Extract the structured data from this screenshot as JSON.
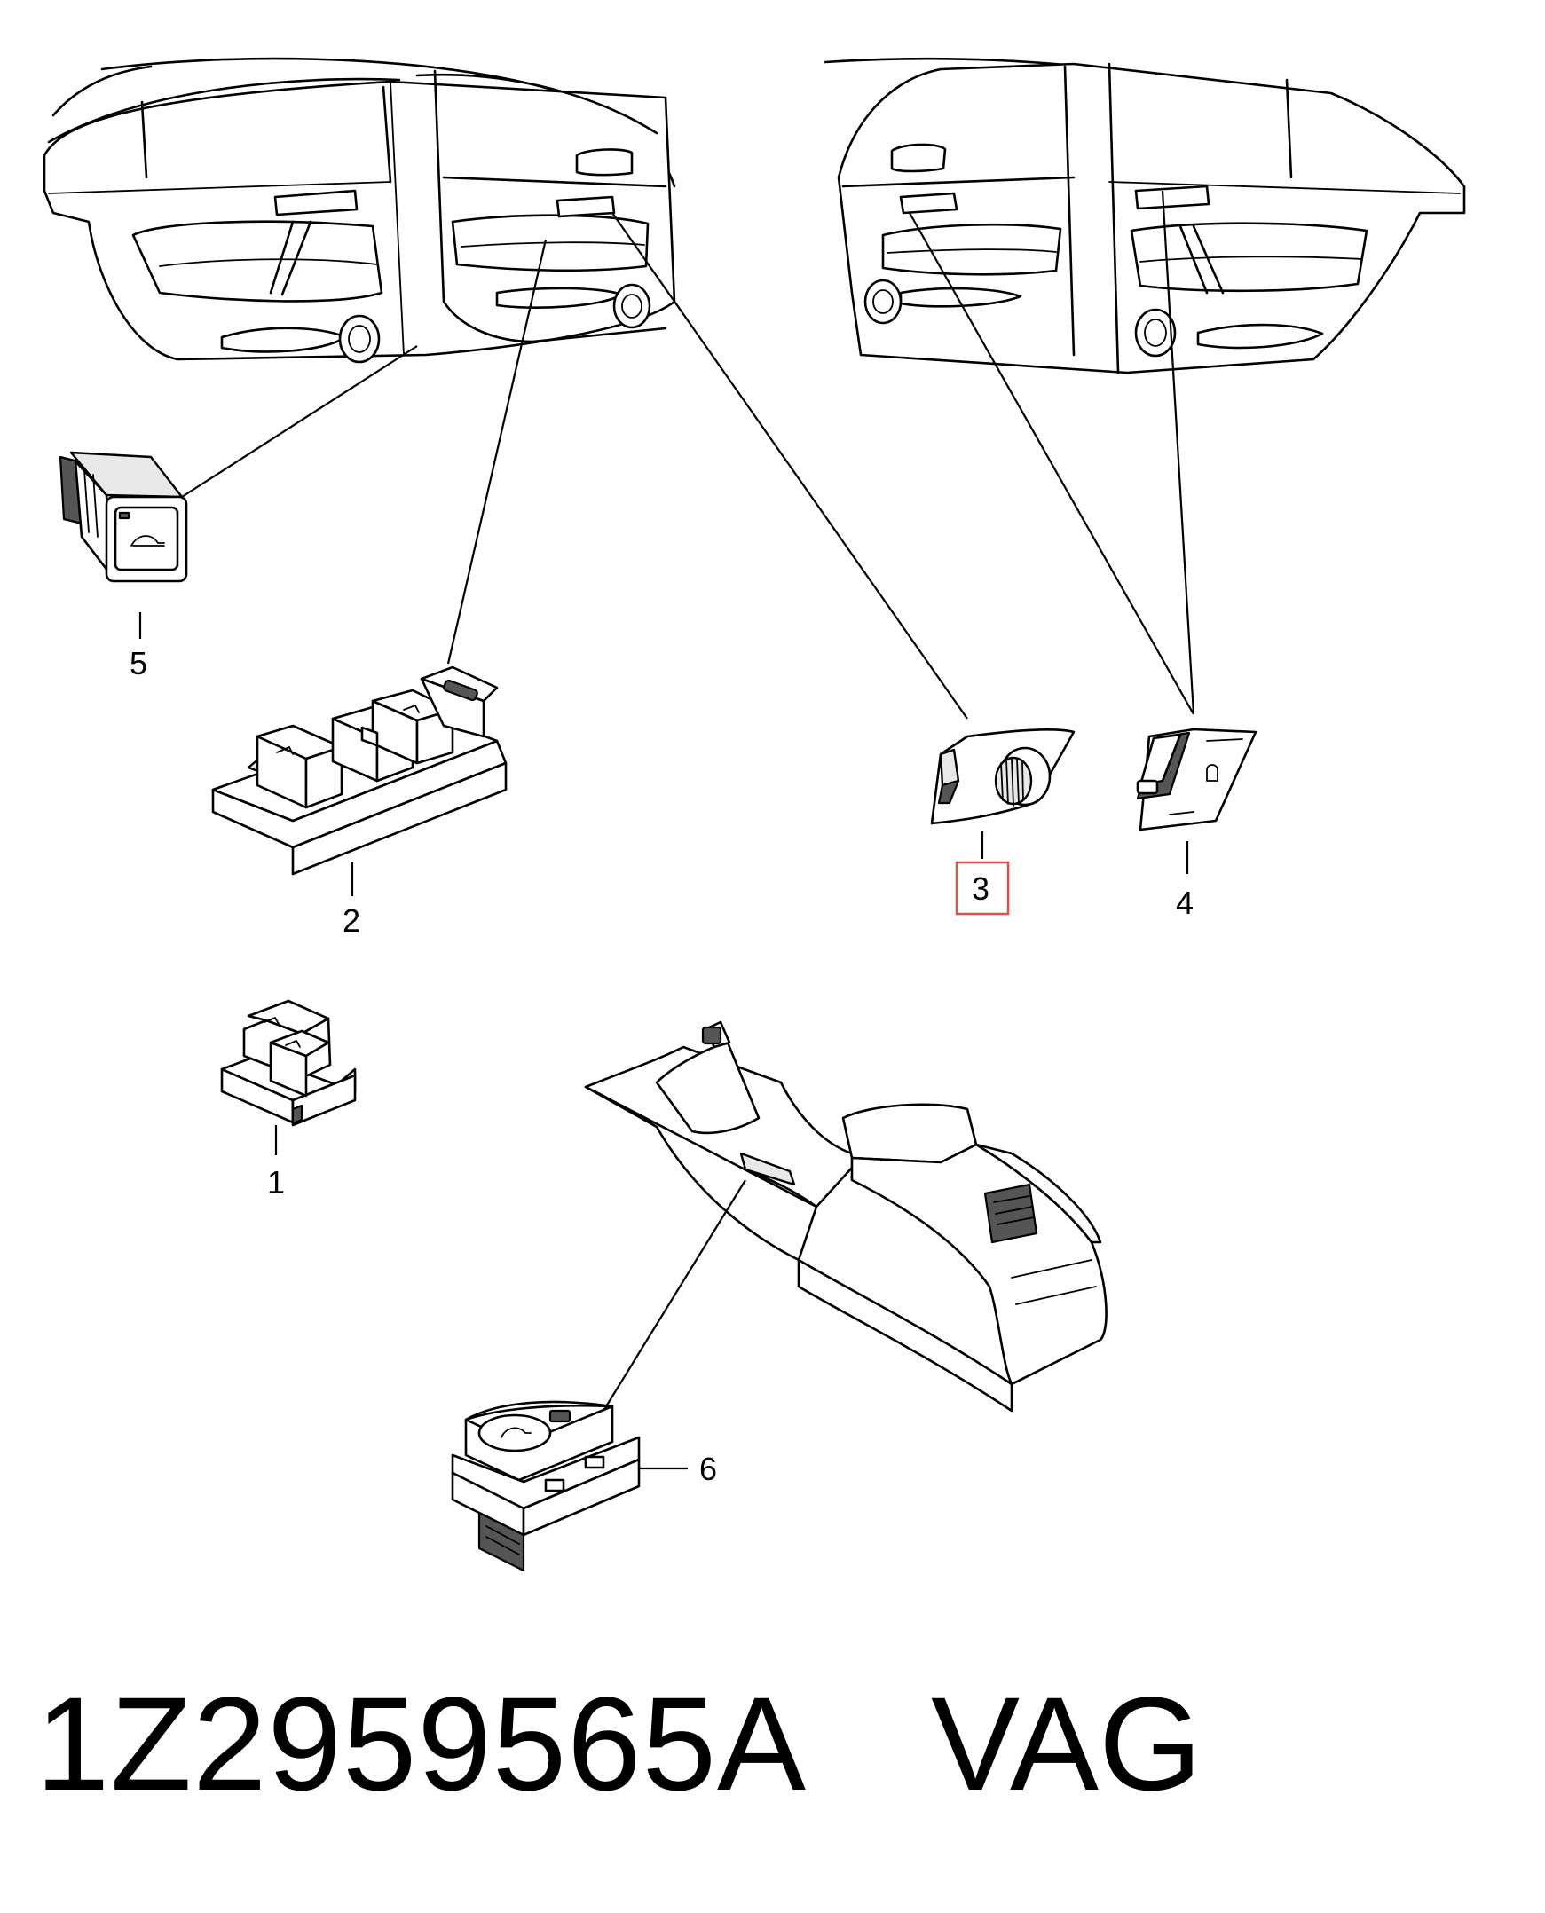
{
  "callouts": {
    "c1": "1",
    "c2": "2",
    "c3": "3",
    "c4": "4",
    "c5": "5",
    "c6": "6"
  },
  "highlight_color": "#d9534f",
  "footer": {
    "part_number": "1Z2959565A",
    "brand": "VAG"
  }
}
